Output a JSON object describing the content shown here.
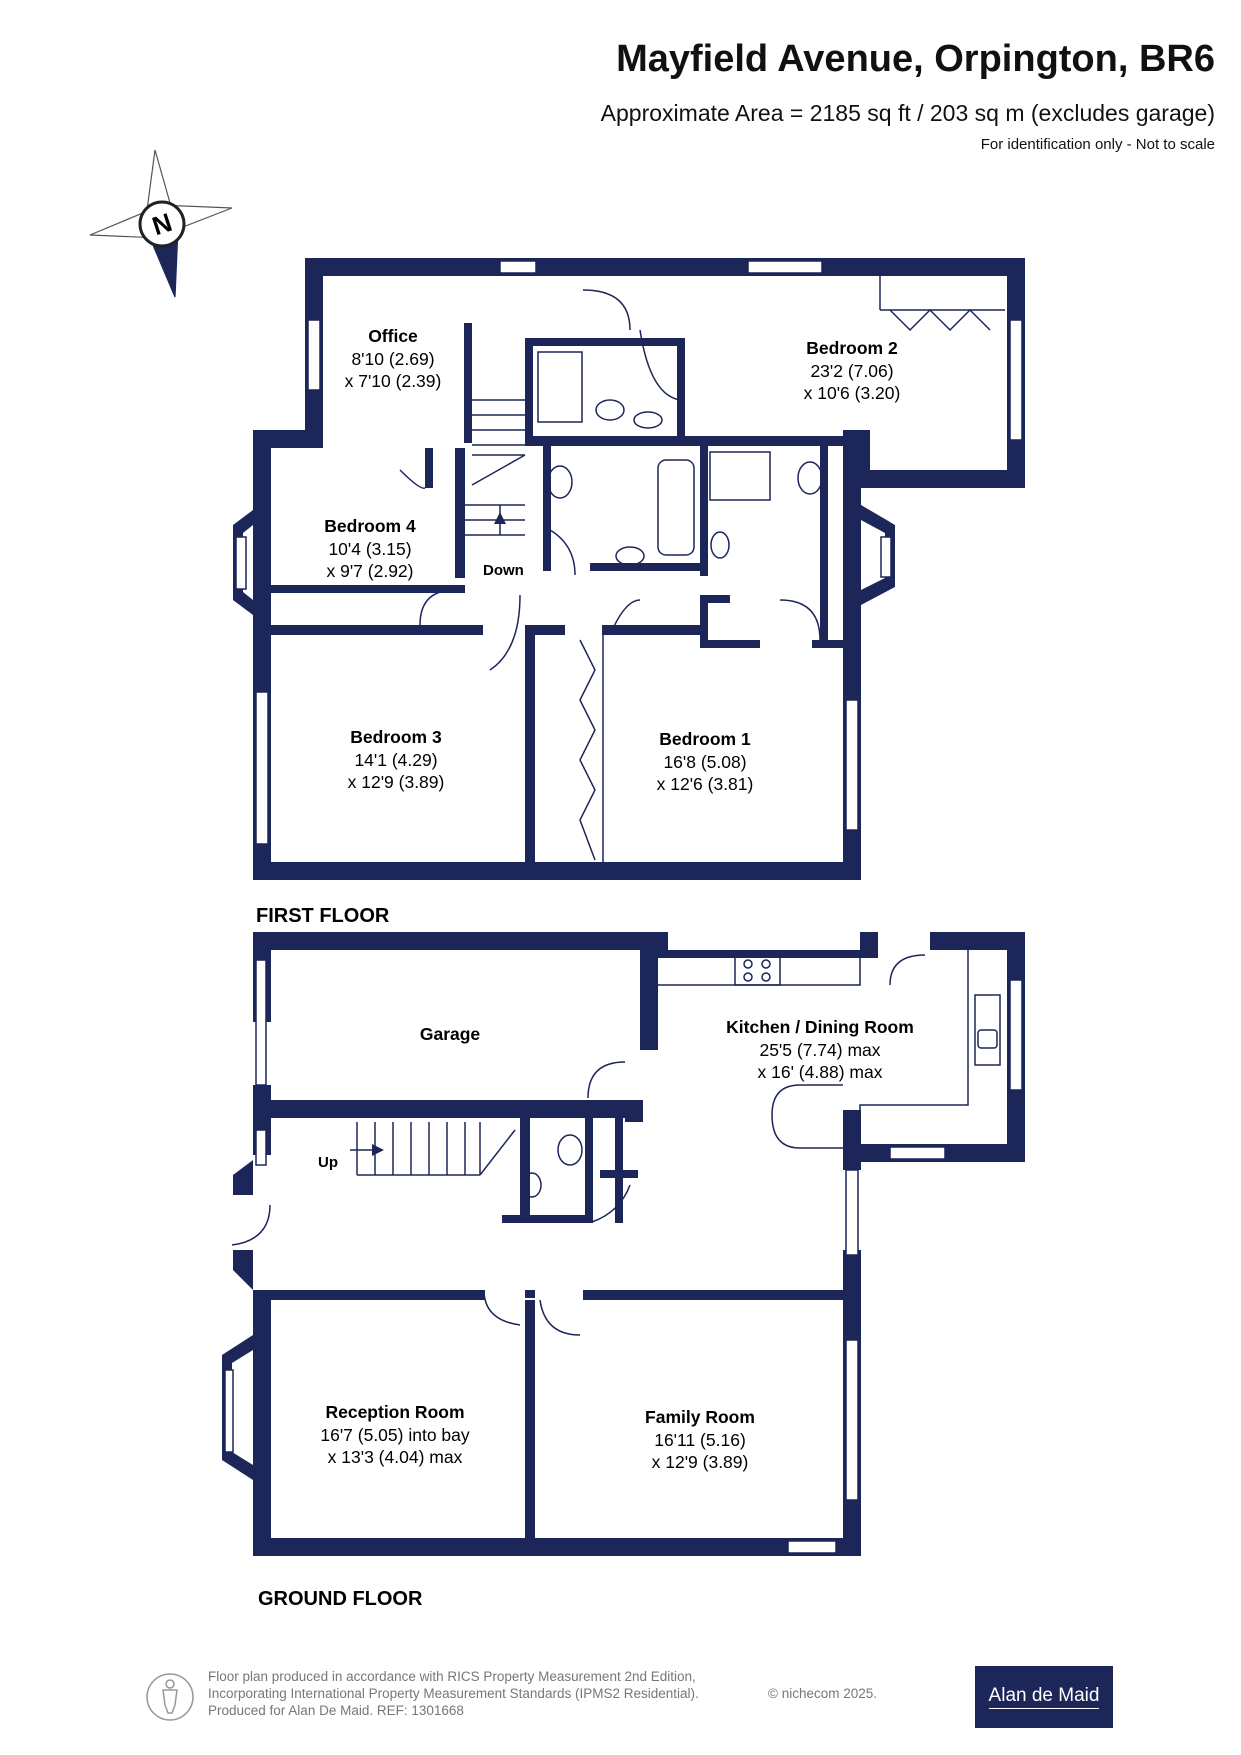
{
  "header": {
    "title": "Mayfield Avenue, Orpington, BR6",
    "area": "Approximate Area = 2185 sq ft / 203 sq m (excludes garage)",
    "note": "For identification only - Not to scale"
  },
  "compass": {
    "label": "N"
  },
  "colors": {
    "wall": "#1c2659",
    "line": "#1c2659",
    "text": "#111111",
    "footer": "#777777"
  },
  "first_floor": {
    "label": "FIRST FLOOR",
    "down_label": "Down",
    "rooms": [
      {
        "name": "Office",
        "dim1": "8'10 (2.69)",
        "dim2": "x 7'10 (2.39)"
      },
      {
        "name": "Bedroom 2",
        "dim1": "23'2 (7.06)",
        "dim2": "x 10'6 (3.20)"
      },
      {
        "name": "Bedroom 4",
        "dim1": "10'4 (3.15)",
        "dim2": "x 9'7 (2.92)"
      },
      {
        "name": "Bedroom 3",
        "dim1": "14'1 (4.29)",
        "dim2": "x 12'9 (3.89)"
      },
      {
        "name": "Bedroom 1",
        "dim1": "16'8 (5.08)",
        "dim2": "x 12'6 (3.81)"
      }
    ]
  },
  "ground_floor": {
    "label": "GROUND FLOOR",
    "up_label": "Up",
    "rooms": [
      {
        "name": "Garage",
        "dim1": "",
        "dim2": ""
      },
      {
        "name": "Kitchen / Dining Room",
        "dim1": "25'5 (7.74) max",
        "dim2": "x 16' (4.88) max"
      },
      {
        "name": "Reception Room",
        "dim1": "16'7 (5.05) into bay",
        "dim2": "x 13'3 (4.04) max"
      },
      {
        "name": "Family Room",
        "dim1": "16'11 (5.16)",
        "dim2": "x 12'9 (3.89)"
      }
    ]
  },
  "footer": {
    "line1": "Floor plan produced in accordance with RICS Property Measurement 2nd Edition,",
    "line2": "Incorporating International Property Measurement Standards (IPMS2 Residential).",
    "line3": "Produced for Alan De Maid.   REF: 1301668",
    "copyright": "© nichecom 2025.",
    "logo": "Alan de Maid"
  }
}
